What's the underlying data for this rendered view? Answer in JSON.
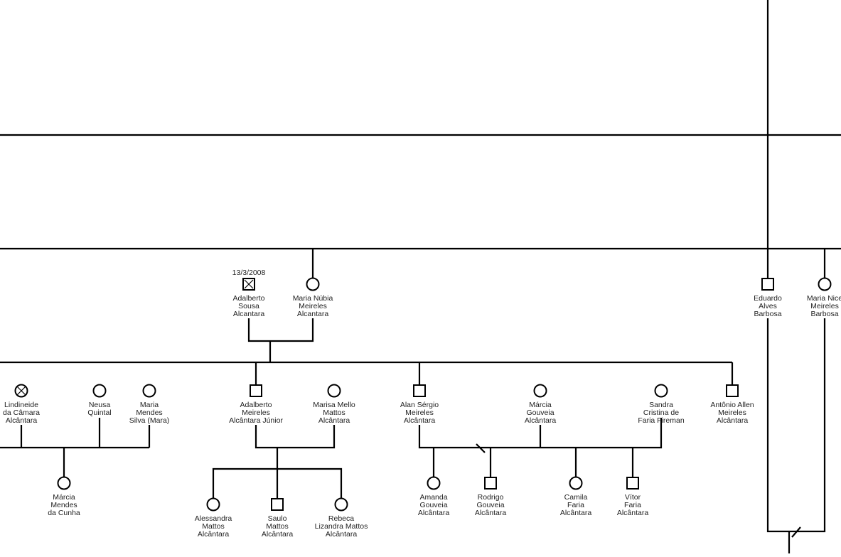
{
  "colors": {
    "line": "#000000",
    "text": "#222222",
    "background": "#ffffff"
  },
  "people": [
    {
      "id": "adalberto-sousa",
      "shape": "square",
      "deceased": true,
      "date": "13/3/2008",
      "name": [
        "Adalberto",
        "Sousa",
        "Alcantara"
      ]
    },
    {
      "id": "maria-nubia",
      "shape": "circle",
      "name": [
        "Maria Núbia",
        "Meireles",
        "Alcantara"
      ]
    },
    {
      "id": "eduardo-alves",
      "shape": "square",
      "name": [
        "Eduardo",
        "Alves",
        "Barbosa"
      ]
    },
    {
      "id": "maria-nice",
      "shape": "circle",
      "name": [
        "Maria Nice",
        "Meireles",
        "Barbosa"
      ]
    },
    {
      "id": "lindineide",
      "shape": "circle",
      "deceased": true,
      "name": [
        "Lindineide",
        "da Câmara",
        "Alcântara"
      ]
    },
    {
      "id": "neusa",
      "shape": "circle",
      "name": [
        "Neusa",
        "Quintal"
      ]
    },
    {
      "id": "maria-mendes",
      "shape": "circle",
      "name": [
        "Maria",
        "Mendes",
        "Silva (Mara)"
      ]
    },
    {
      "id": "adalberto-junior",
      "shape": "square",
      "name": [
        "Adalberto",
        "Meireles",
        "Alcântara Júnior"
      ]
    },
    {
      "id": "marisa-mello",
      "shape": "circle",
      "name": [
        "Marisa Mello",
        "Mattos",
        "Alcântara"
      ]
    },
    {
      "id": "alan-sergio",
      "shape": "square",
      "name": [
        "Alan Sérgio",
        "Meireles",
        "Alcântara"
      ]
    },
    {
      "id": "marcia-gouveia",
      "shape": "circle",
      "name": [
        "Márcia",
        "Gouveia",
        "Alcântara"
      ]
    },
    {
      "id": "sandra-cristina",
      "shape": "circle",
      "name": [
        "Sandra",
        "Cristina de",
        "Faria Fireman"
      ]
    },
    {
      "id": "antonio-allen",
      "shape": "square",
      "name": [
        "Antônio Allen",
        "Meireles",
        "Alcântara"
      ]
    },
    {
      "id": "marcia-mendes",
      "shape": "circle",
      "name": [
        "Márcia",
        "Mendes",
        "da Cunha"
      ]
    },
    {
      "id": "alessandra",
      "shape": "circle",
      "name": [
        "Alessandra",
        "Mattos",
        "Alcântara"
      ]
    },
    {
      "id": "saulo",
      "shape": "square",
      "name": [
        "Saulo",
        "Mattos",
        "Alcântara"
      ]
    },
    {
      "id": "rebeca",
      "shape": "circle",
      "name": [
        "Rebeca",
        "Lizandra Mattos",
        "Alcântara"
      ]
    },
    {
      "id": "amanda",
      "shape": "circle",
      "name": [
        "Amanda",
        "Gouveia",
        "Alcântara"
      ]
    },
    {
      "id": "rodrigo",
      "shape": "square",
      "name": [
        "Rodrigo",
        "Gouveia",
        "Alcântara"
      ]
    },
    {
      "id": "camila",
      "shape": "circle",
      "name": [
        "Camila",
        "Faria",
        "Alcântara"
      ]
    },
    {
      "id": "vitor",
      "shape": "square",
      "name": [
        "Vítor",
        "Faria",
        "Alcântara"
      ]
    }
  ]
}
